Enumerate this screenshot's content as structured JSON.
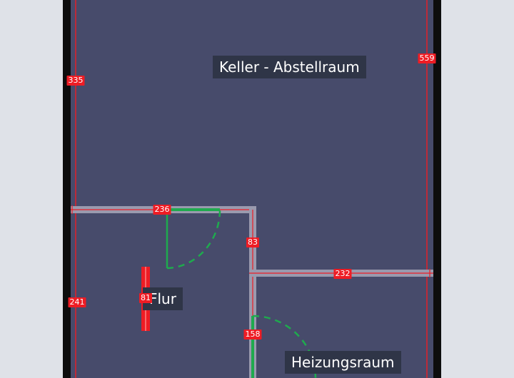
{
  "rooms": {
    "storage": "Keller - Abstellraum",
    "hallway": "Flur",
    "boiler": "Heizungsraum"
  },
  "dimensions": {
    "storage_height_left": "335",
    "storage_height_right": "559",
    "hallway_top_wall": "236",
    "hallway_partition": "83",
    "boiler_top_wall": "232",
    "hallway_height_left": "241",
    "hallway_door": "81",
    "boiler_wall": "158"
  },
  "colors": {
    "canvas": "#dfe2e8",
    "outer_wall": "#0d0d0d",
    "room_fill": "#474b6b",
    "inner_wall": "#9a9aae",
    "dimension": "#ee1c24",
    "door_open": "#1faa4e"
  }
}
